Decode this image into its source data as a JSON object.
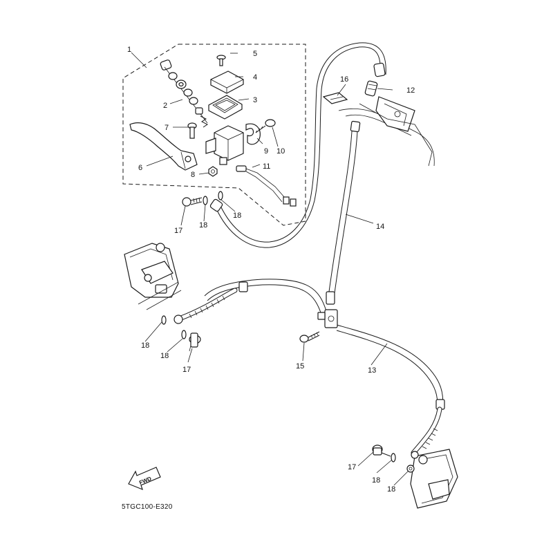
{
  "diagram": {
    "callouts": {
      "p1": "1",
      "p2": "2",
      "p3": "3",
      "p4": "4",
      "p5": "5",
      "p6": "6",
      "p7": "7",
      "p8": "8",
      "p9": "9",
      "p10": "10",
      "p11": "11",
      "p12": "12",
      "p13": "13",
      "p14": "14",
      "p15": "15",
      "p16": "16",
      "p17a": "17",
      "p17b": "17",
      "p17c": "17",
      "p18a": "18",
      "p18b": "18",
      "p18c": "18",
      "p18d": "18",
      "p18e": "18",
      "p18f": "18"
    },
    "direction_label": "FWD",
    "figure_code": "5TGC100-E320"
  }
}
